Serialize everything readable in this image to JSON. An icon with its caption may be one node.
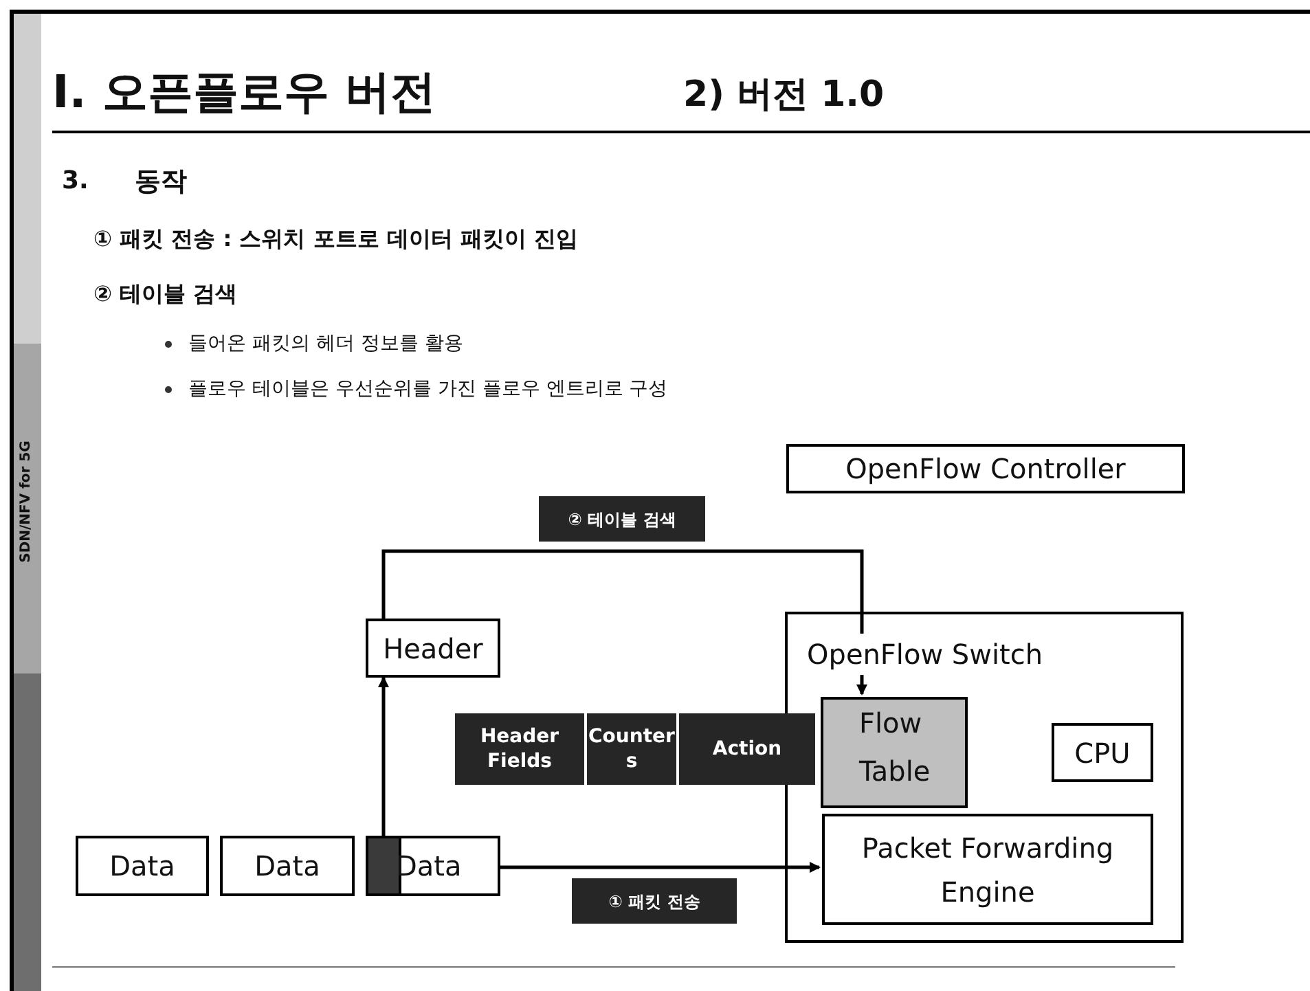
{
  "diagram": {
    "title": "I. 오픈플로우 버전",
    "nodes": [
      {
        "text": [
          "OpenFlow Controller"
        ]
      },
      {
        "text": [
          "OpenFlow Switch"
        ]
      },
      {
        "text": [
          "Flow Table"
        ],
        "in": 1
      },
      {
        "text": [
          "CPU"
        ],
        "in": 1
      },
      {
        "text": [
          "Packet Forwarding Engine"
        ],
        "in": 1
      },
      {
        "text": [
          "Header"
        ]
      },
      {
        "text": [
          "Data"
        ]
      },
      {
        "text": [
          "Data"
        ]
      },
      {
        "text": [
          "Data"
        ]
      },
      {
        "text": [
          "Header Fields"
        ]
      },
      {
        "text": [
          "Counter s"
        ]
      },
      {
        "text": [
          "Action"
        ]
      }
    ],
    "edges": [
      {
        "from": 8,
        "to": 5,
        "arrow": "to"
      },
      {
        "from": 5,
        "to": 2,
        "arrow": "to",
        "label": "② 테이블 검색"
      },
      {
        "from": 8,
        "to": 4,
        "arrow": "to",
        "label": "① 패킷 전송"
      }
    ],
    "labels": [
      "2) 버전 1.0",
      "3.",
      "동작",
      "① 패킷 전송 : 스위치 포트로 데이터 패킷이 진입",
      "② 테이블 검색",
      "들어온 패킷의 헤더 정보를 활용",
      "플로우 테이블은 우선순위를 가진 플로우 엔트리로 구성",
      "SDN/NFV for 5G"
    ]
  }
}
